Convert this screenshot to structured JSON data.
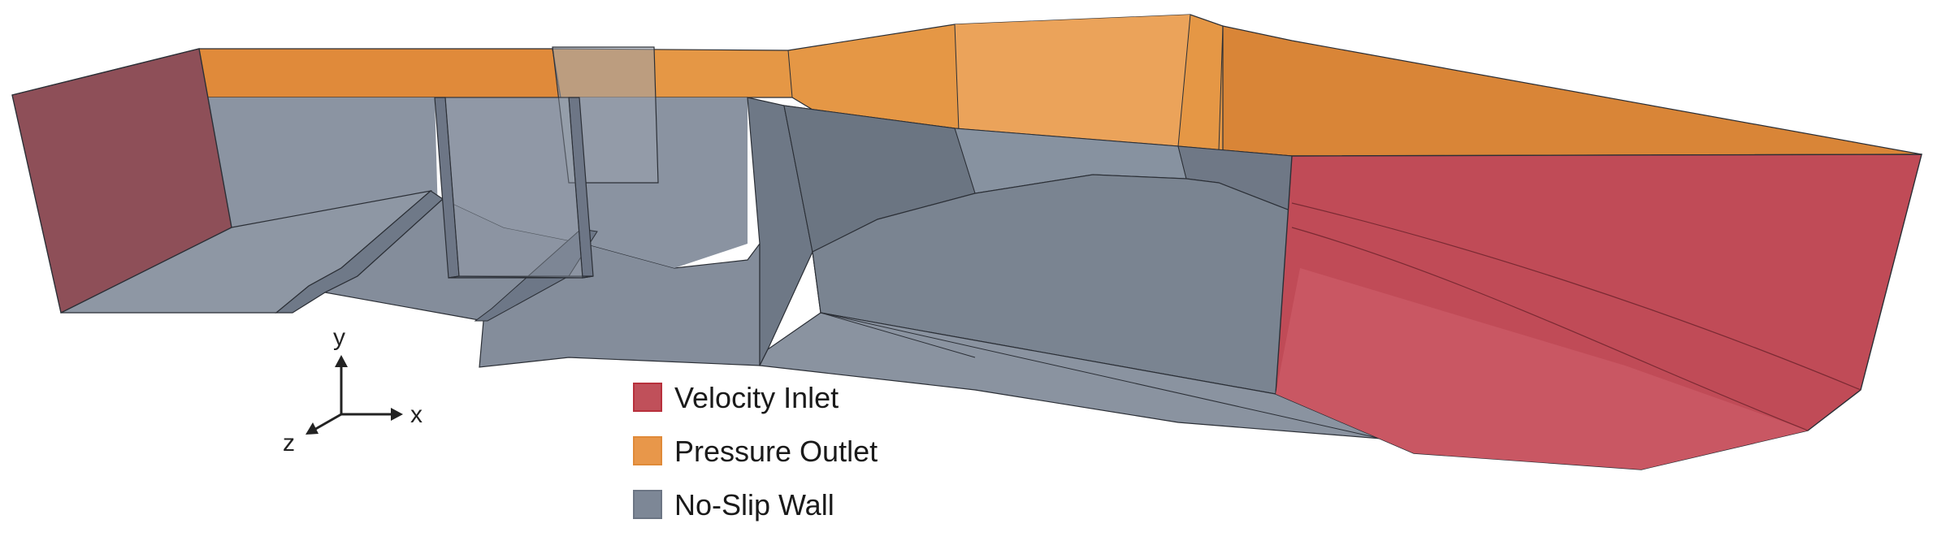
{
  "axes": {
    "x_label": "x",
    "y_label": "y",
    "z_label": "z"
  },
  "legend": {
    "items": [
      {
        "label": "Velocity Inlet",
        "color": "#c0505a",
        "border": "#b8303c"
      },
      {
        "label": "Pressure Outlet",
        "color": "#e8974a",
        "border": "#e08a38"
      },
      {
        "label": "No-Slip Wall",
        "color": "#7d8796",
        "border": "#6c7584"
      }
    ]
  },
  "colors": {
    "inlet": "#bf4a55",
    "inlet_dark": "#8e4f58",
    "outlet": "#e3913f",
    "outlet_light": "#eba35a",
    "wall": "#7d8796",
    "wall_light": "#8e97a4",
    "wall_dark": "#66707d",
    "edge": "#2b2f36"
  }
}
